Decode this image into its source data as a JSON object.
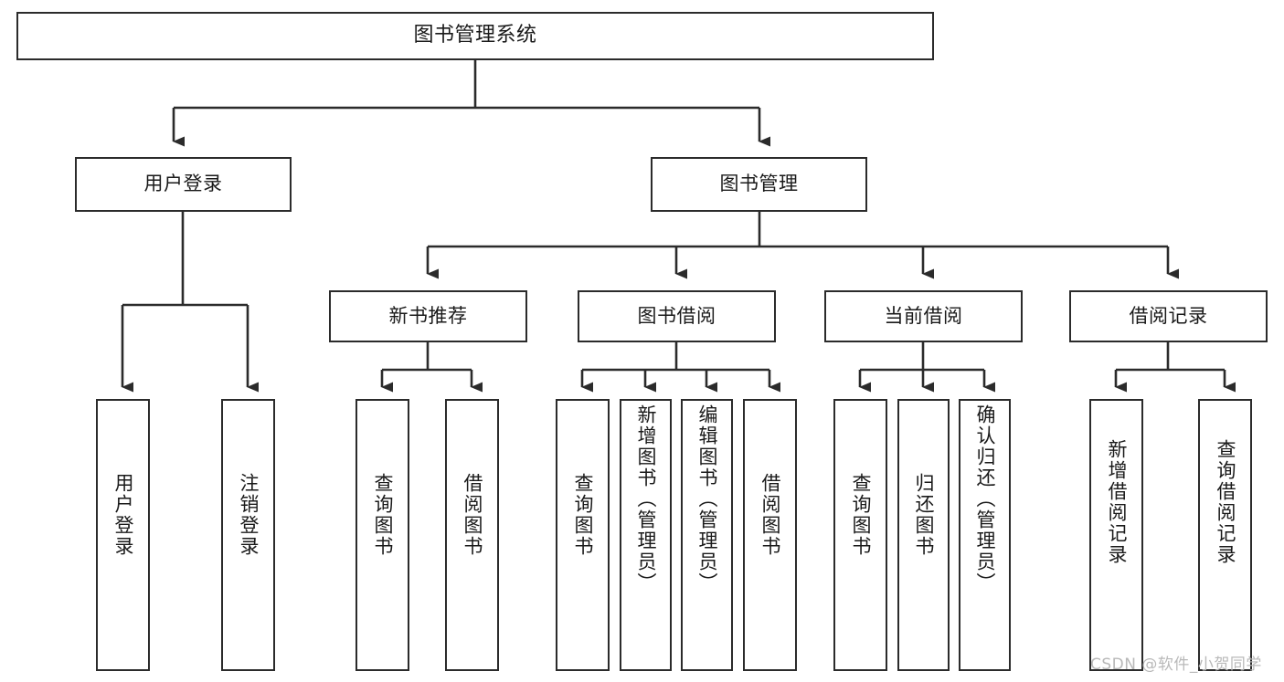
{
  "diagram": {
    "title": "图书管理系统",
    "type": "tree-hierarchy",
    "orientation": "top-down",
    "colors": {
      "stroke": "#2b2b2b",
      "fill": "#ffffff",
      "text": "#1a1a1a",
      "watermark": "#b9b9b9",
      "background": "#ffffff"
    }
  },
  "nodes": {
    "root": {
      "label": "图书管理系统"
    },
    "level2": [
      {
        "id": "user-login",
        "label": "用户登录"
      },
      {
        "id": "book-manage",
        "label": "图书管理"
      }
    ],
    "level3": [
      {
        "id": "new-book-rec",
        "label": "新书推荐"
      },
      {
        "id": "book-borrow",
        "label": "图书借阅"
      },
      {
        "id": "current-borrow",
        "label": "当前借阅"
      },
      {
        "id": "borrow-record",
        "label": "借阅记录"
      }
    ],
    "leaves": {
      "user-login": [
        {
          "id": "leaf-user-login",
          "label": "用户登录"
        },
        {
          "id": "leaf-logout-login",
          "label": "注销登录"
        }
      ],
      "new-book-rec": [
        {
          "id": "leaf-query-book-1",
          "label": "查询图书"
        },
        {
          "id": "leaf-borrow-book-1",
          "label": "借阅图书"
        }
      ],
      "book-borrow": [
        {
          "id": "leaf-query-book-2",
          "label": "查询图书"
        },
        {
          "id": "leaf-add-book",
          "label": "新增图书（管理员）"
        },
        {
          "id": "leaf-edit-book",
          "label": "编辑图书（管理员）"
        },
        {
          "id": "leaf-borrow-book-2",
          "label": "借阅图书"
        }
      ],
      "current-borrow": [
        {
          "id": "leaf-query-book-3",
          "label": "查询图书"
        },
        {
          "id": "leaf-return-book",
          "label": "归还图书"
        },
        {
          "id": "leaf-confirm-return",
          "label": "确认归还（管理员）"
        }
      ],
      "borrow-record": [
        {
          "id": "leaf-add-record",
          "label": "新增借阅记录"
        },
        {
          "id": "leaf-query-record",
          "label": "查询借阅记录"
        }
      ]
    }
  },
  "watermark": {
    "text": "CSDN @软件_小贺同学"
  }
}
